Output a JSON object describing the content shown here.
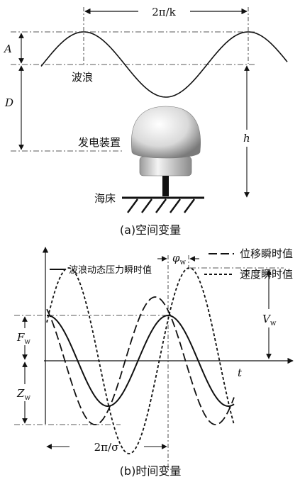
{
  "top": {
    "wavelength": "2π/k",
    "amplitude": "A",
    "depth_D": "D",
    "height_h": "h",
    "wave": "波浪",
    "generator": "发电装置",
    "seabed": "海床",
    "caption": "(a)空间变量"
  },
  "bottom": {
    "phase": "φ",
    "phase_sub": "w",
    "legend_displacement": "位移瞬时值",
    "legend_velocity": "速度瞬时值",
    "legend_pressure": "波浪动态压力瞬时值",
    "amp_V": "V",
    "amp_V_sub": "w",
    "amp_F": "F",
    "amp_F_sub": "w",
    "amp_Z": "Z",
    "amp_Z_sub": "w",
    "axis_t": "t",
    "period": "2π/σ",
    "caption": "(b)时间变量"
  }
}
